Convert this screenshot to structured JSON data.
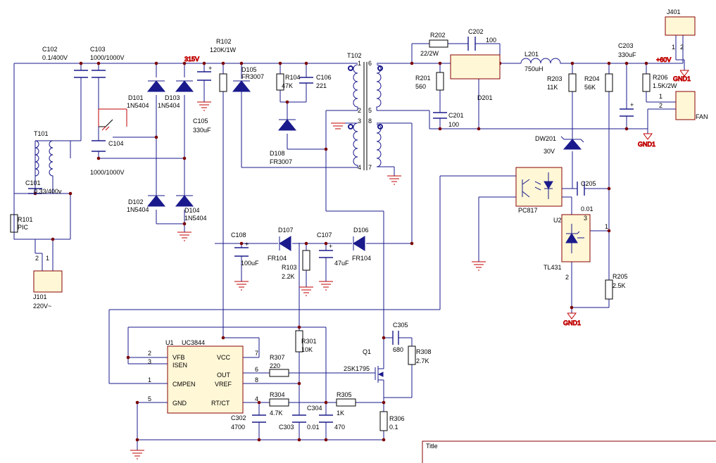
{
  "labels": {
    "c102": "C102",
    "c102v": "0.1/400V",
    "c103": "C103",
    "c103v": "1000/1000V",
    "c104": "C104",
    "c104v": "1000/1000V",
    "c101": "C101",
    "c101v": "0.33/400v",
    "t101": "T101",
    "r101": "R101",
    "r101v": "PIC",
    "j101": "J101",
    "j101v": "220V~",
    "d101": "D101",
    "d101v": "1N5404",
    "d103": "D103",
    "d103v": "1N5404",
    "d102": "D102",
    "d102v": "1N5404",
    "d104": "D104",
    "d104v": "1N5404",
    "v315": "315V",
    "c105": "C105",
    "c105v": "330uF",
    "r102": "R102",
    "r102v": "120K/1W",
    "d105": "D105",
    "d105v": "FR3007",
    "r104": "R104",
    "r104v": "47K",
    "c106": "C106",
    "c106v": "221",
    "d108": "D108",
    "d108v": "FR3007",
    "t102": "T102",
    "r202": "R202",
    "r202v": "22/2W",
    "c202": "C202",
    "c202v": "100",
    "r201": "R201",
    "r201v": "560",
    "d201": "D201",
    "c201": "C201",
    "c201v": "100",
    "l201": "L201",
    "l201v": "750uH",
    "r203": "R203",
    "r203v": "11K",
    "r204": "R204",
    "r204v": "56K",
    "c203": "C203",
    "c203v": "330uF",
    "v60": "+60V",
    "j401": "J401",
    "gnd1a": "GND1",
    "gnd1b": "GND1",
    "gnd1c": "GND1",
    "r206": "R206",
    "r206v": "1.5K/2W",
    "fan": "FAN",
    "dw201": "DW201",
    "dw201v": "30V",
    "pc817": "PC817",
    "c205": "C205",
    "c205v": "0.01",
    "u2": "U2",
    "tl431": "TL431",
    "r205": "R205",
    "r205v": "2.5K",
    "c108": "C108",
    "c108v": "100uF",
    "d107": "D107",
    "d107v": "FR104",
    "r103": "R103",
    "r103v": "2.2K",
    "c107": "C107",
    "c107v": "47uF",
    "d106": "D106",
    "d106v": "FR104",
    "u1": "U1",
    "uc3844": "UC3844",
    "vfb": "VFB",
    "isen": "ISEN",
    "cmpen": "CMPEN",
    "gnd": "GND",
    "vcc": "VCC",
    "out": "OUT",
    "vref": "VREF",
    "rtct": "RT/CT",
    "r301": "R301",
    "r301v": "10K",
    "r307": "R307",
    "r307v": "220",
    "r304": "R304",
    "r304v": "4.7K",
    "c302": "C302",
    "c302v": "4700",
    "c303": "C303",
    "c304": "C304",
    "c304v": "0.01",
    "r305": "R305",
    "r305v": "1K",
    "c304b": "470",
    "q1": "Q1",
    "q1v": "2SK1795",
    "c305": "C305",
    "c305v": "680",
    "r308": "R308",
    "r308v": "2.7K",
    "r306": "R306",
    "r306v": "0.1",
    "title": "Title"
  },
  "pins": {
    "p1": "1",
    "p2": "2",
    "p3": "3",
    "p4": "4",
    "p5": "5",
    "p6": "6",
    "p7": "7",
    "p8": "8"
  }
}
